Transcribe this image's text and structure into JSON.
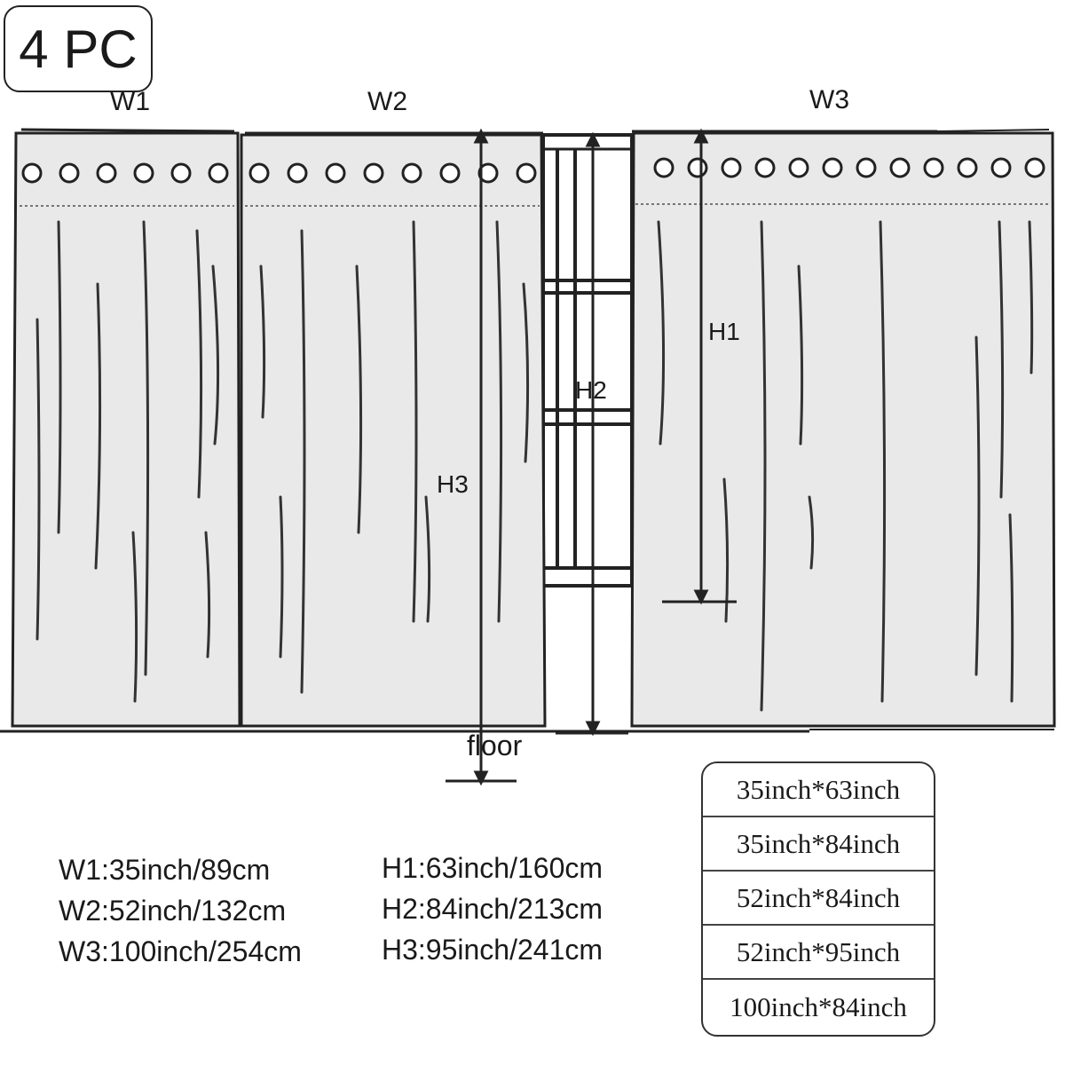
{
  "badge": "4 PC",
  "width_labels": {
    "w1": "W1",
    "w2": "W2",
    "w3": "W3"
  },
  "height_labels": {
    "h1": "H1",
    "h2": "H2",
    "h3": "H3"
  },
  "floor_label": "floor",
  "widths": [
    "W1:35inch/89cm",
    "W2:52inch/132cm",
    "W3:100inch/254cm"
  ],
  "heights": [
    "H1:63inch/160cm",
    "H2:84inch/213cm",
    "H3:95inch/241cm"
  ],
  "size_options": [
    "35inch*63inch",
    "35inch*84inch",
    "52inch*84inch",
    "52inch*95inch",
    "100inch*84inch"
  ]
}
